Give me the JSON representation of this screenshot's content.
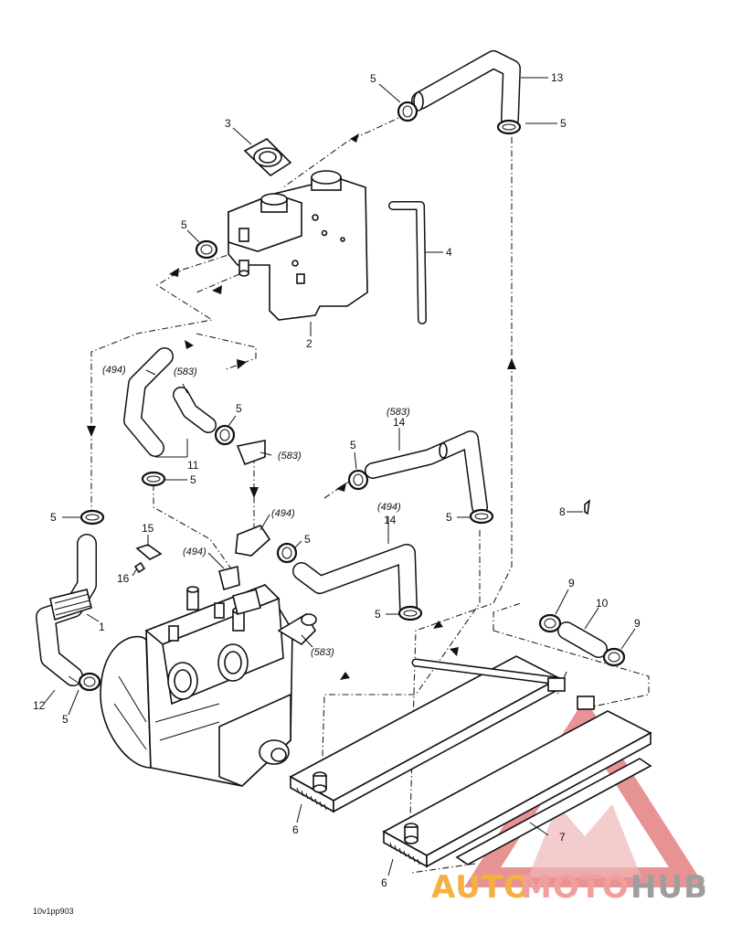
{
  "diagram": {
    "part_labels": [
      {
        "id": "13",
        "text": "13"
      },
      {
        "id": "5a",
        "text": "5"
      },
      {
        "id": "5b",
        "text": "5"
      },
      {
        "id": "3",
        "text": "3"
      },
      {
        "id": "5c",
        "text": "5"
      },
      {
        "id": "4",
        "text": "4"
      },
      {
        "id": "2",
        "text": "2"
      },
      {
        "id": "5d",
        "text": "5"
      },
      {
        "id": "11",
        "text": "11"
      },
      {
        "id": "5e",
        "text": "5"
      },
      {
        "id": "14a",
        "text": "14"
      },
      {
        "id": "5f",
        "text": "5"
      },
      {
        "id": "14b",
        "text": "14"
      },
      {
        "id": "5g",
        "text": "5"
      },
      {
        "id": "5h",
        "text": "5"
      },
      {
        "id": "8",
        "text": "8"
      },
      {
        "id": "15",
        "text": "15"
      },
      {
        "id": "16",
        "text": "16"
      },
      {
        "id": "5i",
        "text": "5"
      },
      {
        "id": "9a",
        "text": "9"
      },
      {
        "id": "10",
        "text": "10"
      },
      {
        "id": "9b",
        "text": "9"
      },
      {
        "id": "5j",
        "text": "5"
      },
      {
        "id": "1",
        "text": "1"
      },
      {
        "id": "12",
        "text": "12"
      },
      {
        "id": "5k",
        "text": "5"
      },
      {
        "id": "5l",
        "text": "5"
      },
      {
        "id": "7",
        "text": "7"
      },
      {
        "id": "6a",
        "text": "6"
      },
      {
        "id": "6b",
        "text": "6"
      }
    ],
    "sealant_labels": [
      {
        "id": "s1",
        "text": "(494)"
      },
      {
        "id": "s2",
        "text": "(583)"
      },
      {
        "id": "s3",
        "text": "(583)"
      },
      {
        "id": "s4",
        "text": "(583)"
      },
      {
        "id": "s5",
        "text": "(494)"
      },
      {
        "id": "s6",
        "text": "(494)"
      },
      {
        "id": "s7",
        "text": "(494)"
      },
      {
        "id": "s8",
        "text": "(583)"
      }
    ],
    "figure_code": "10v1pp903"
  },
  "watermark": {
    "part1": "AUTO",
    "part2": "MOTO",
    "part3": "HUB",
    "colors": {
      "auto": "#f5b041",
      "moto": "#f29e9e",
      "hub": "#9e9e9e",
      "logo": "#e8a0a0"
    }
  }
}
